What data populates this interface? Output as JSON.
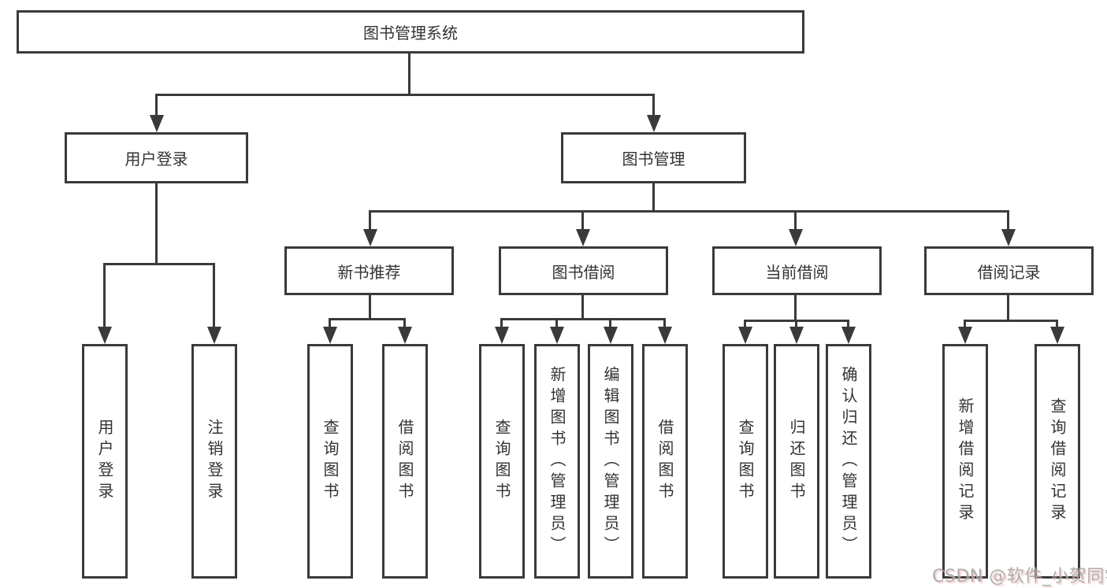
{
  "diagram": {
    "root": {
      "label": "图书管理系统"
    },
    "level2": [
      {
        "id": "user-login",
        "label": "用户登录"
      },
      {
        "id": "book-management",
        "label": "图书管理"
      }
    ],
    "level3": [
      {
        "id": "new-book-recommendation",
        "label": "新书推荐"
      },
      {
        "id": "book-borrowing",
        "label": "图书借阅"
      },
      {
        "id": "current-borrowing",
        "label": "当前借阅"
      },
      {
        "id": "borrowing-records",
        "label": "借阅记录"
      }
    ],
    "leaves": [
      {
        "parent": "用户登录",
        "label": "用户登录"
      },
      {
        "parent": "用户登录",
        "label": "注销登录"
      },
      {
        "parent": "新书推荐",
        "label": "查询图书"
      },
      {
        "parent": "新书推荐",
        "label": "借阅图书"
      },
      {
        "parent": "图书借阅",
        "label": "查询图书"
      },
      {
        "parent": "图书借阅",
        "label": "新增图书（管理员）"
      },
      {
        "parent": "图书借阅",
        "label": "编辑图书（管理员）"
      },
      {
        "parent": "图书借阅",
        "label": "借阅图书"
      },
      {
        "parent": "当前借阅",
        "label": "查询图书"
      },
      {
        "parent": "当前借阅",
        "label": "归还图书"
      },
      {
        "parent": "当前借阅",
        "label": "确认归还（管理员）"
      },
      {
        "parent": "借阅记录",
        "label": "新增借阅记录"
      },
      {
        "parent": "借阅记录",
        "label": "查询借阅记录"
      }
    ],
    "colors": {
      "line": "#3a3a3a",
      "text": "#333333",
      "background": "#ffffff",
      "watermark": "#a5a5a5",
      "watermark_shadow": "#f4b0b0"
    }
  },
  "watermark": {
    "text": "CSDN @软件_小贺同学"
  }
}
